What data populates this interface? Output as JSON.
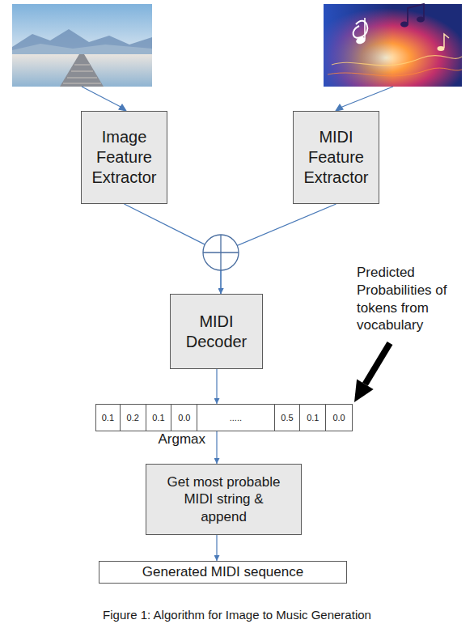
{
  "diagram": {
    "caption": "Figure 1: Algorithm for Image to Music Generation",
    "nodes": [
      {
        "text": [
          "Image Feature Extractor"
        ]
      },
      {
        "text": [
          "MIDI Feature Extractor"
        ]
      },
      {
        "text": [
          "MIDI Decoder"
        ]
      },
      {
        "text": [
          "0.1",
          "0.2",
          "0.1",
          "0.0",
          ".....",
          "0.5",
          "0.1",
          "0.0"
        ]
      },
      {
        "text": [
          "Get most probable MIDI string & append"
        ]
      },
      {
        "text": [
          "Generated MIDI sequence"
        ]
      }
    ],
    "edges": [
      {
        "from": 0,
        "to": 2,
        "arrow": "to"
      },
      {
        "from": 1,
        "to": 2,
        "arrow": "to"
      },
      {
        "from": 2,
        "to": 3,
        "arrow": "to"
      },
      {
        "from": 3,
        "to": 4,
        "arrow": "to",
        "label": "Argmax"
      },
      {
        "from": 4,
        "to": 5,
        "arrow": "to"
      }
    ],
    "labels": [
      "Predicted Probabilities of tokens from vocabulary"
    ]
  }
}
